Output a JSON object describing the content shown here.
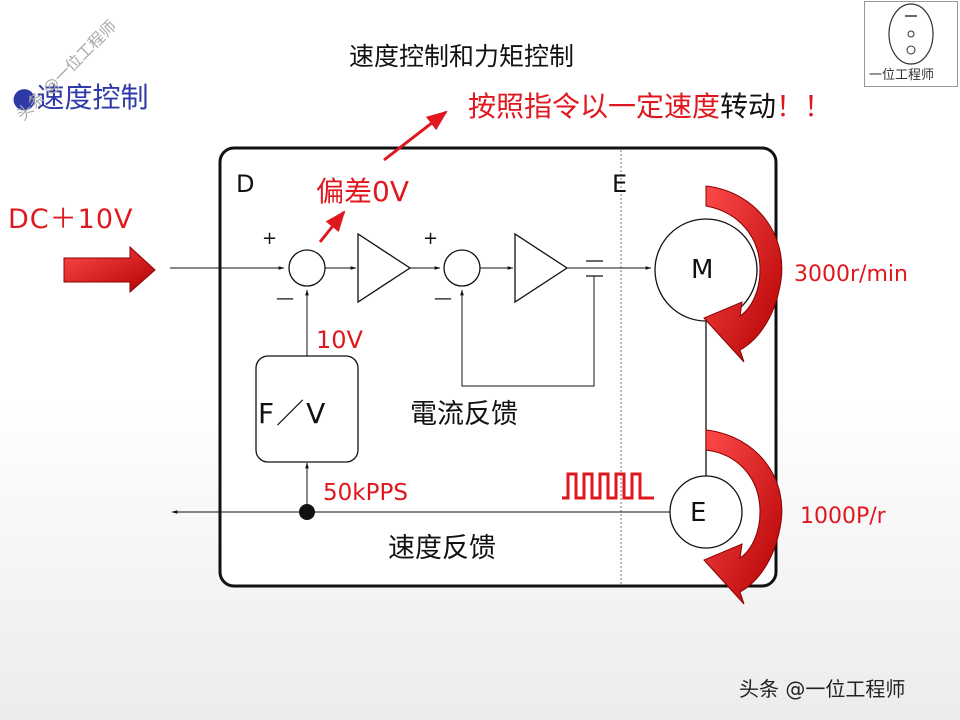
{
  "title": "速度控制和力矩控制",
  "section_heading": "速度控制",
  "section_bullet": "●",
  "input_label": "DC＋10V",
  "annotation": {
    "red_part": "按照指令以一定速度",
    "dark_part": "转动",
    "tail": "！！"
  },
  "device_d_label": "D",
  "device_e_label": "E",
  "error_label": "偏差0V",
  "summing_signs": {
    "plus_1": "+",
    "minus_1": "—",
    "plus_2": "+",
    "minus_2": "—"
  },
  "feedback_voltage": "10V",
  "converter_label": "F／V",
  "current_feedback_label": "電流反馈",
  "pulse_rate": "50kPPS",
  "speed_feedback_label": "速度反馈",
  "motor_label": "M",
  "encoder_label": "E",
  "motor_speed": "3000r/min",
  "encoder_resolution": "1000P/r",
  "credit": "头条 @一位工程师",
  "watermark": "头条 @一位工程师",
  "logo_caption": "一位工程师",
  "colors": {
    "red": "#e0171e",
    "blue": "#2f3aa8",
    "dark": "#111111"
  }
}
